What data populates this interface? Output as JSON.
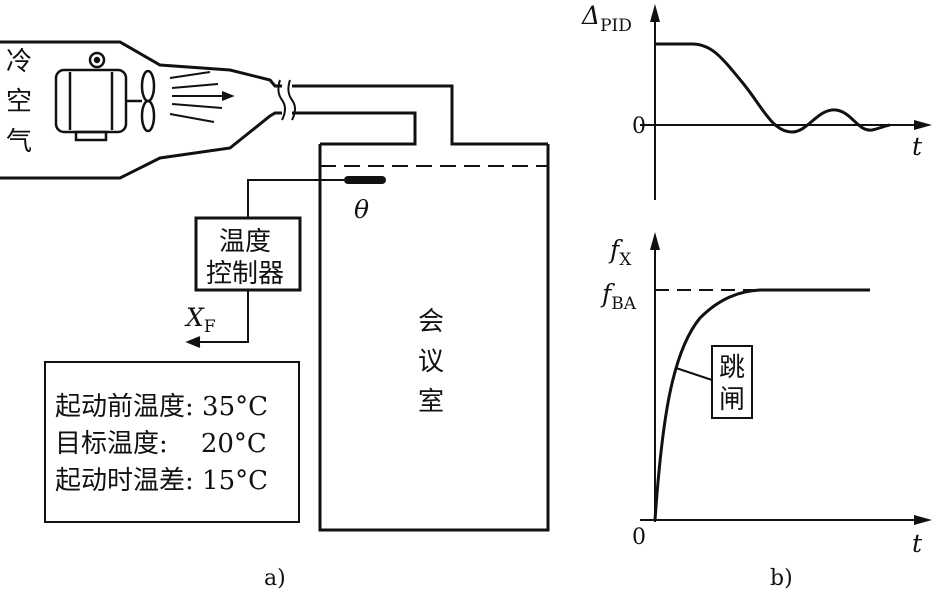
{
  "cold_air_label": [
    "冷",
    "空",
    "气"
  ],
  "sensor_symbol": "θ",
  "controller": {
    "line1": "温度",
    "line2": "控制器"
  },
  "output_label": {
    "main": "X",
    "sub": "F"
  },
  "room_label": [
    "会",
    "议",
    "室"
  ],
  "info_box": [
    "起动前温度: 35°C",
    "目标温度:    20°C",
    "起动时温差: 15°C"
  ],
  "caption_a": "a)",
  "caption_b": "b)",
  "chart_pid": {
    "y_label": {
      "main": "Δ",
      "sub": "PID"
    },
    "x_label": "t",
    "zero_label": "0"
  },
  "chart_f": {
    "y_label": {
      "main": "f",
      "sub": "X"
    },
    "threshold_label": {
      "main": "f",
      "sub": "BA"
    },
    "x_label": "t",
    "zero_label": "0",
    "callout": [
      "跳",
      "闸"
    ]
  }
}
